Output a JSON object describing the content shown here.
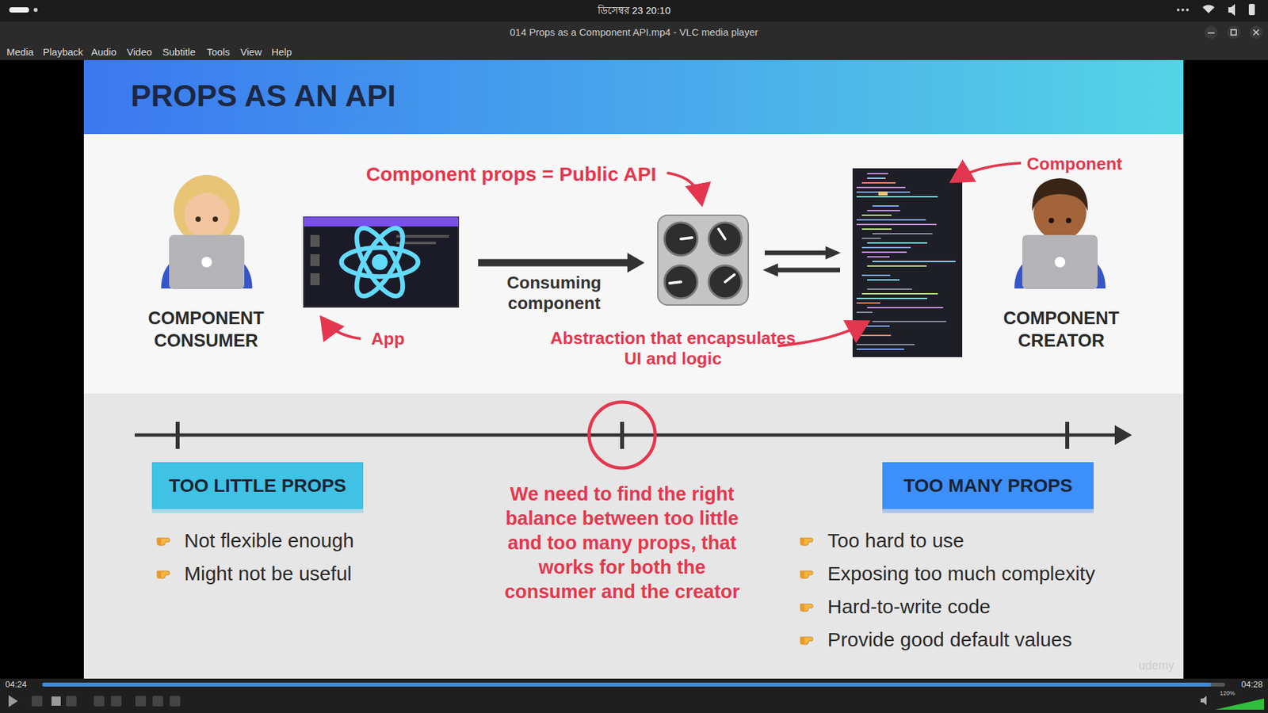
{
  "diagram": {
    "title": "PROPS AS AN API",
    "nodes": [
      {
        "text": [
          "TOO LITTLE PROPS"
        ]
      },
      {
        "text": [
          "TOO MANY PROPS"
        ]
      }
    ],
    "labels": [
      "ডিসেম্বর 23 20:10",
      "014 Props as a Component API.mp4 - VLC media player",
      "Media",
      "Playback",
      "Audio",
      "Video",
      "Subtitle",
      "Tools",
      "View",
      "Help",
      "Component props = Public API",
      "Component",
      "COMPONENT CONSUMER",
      "App",
      "Consuming component",
      "Abstraction that encapsulates UI and logic",
      "COMPONENT CREATOR",
      "We need to find the right balance between too little and too many props, that works for both the consumer and the creator",
      "Not flexible enough",
      "Might not be useful",
      "Too hard to use",
      "Exposing too much complexity",
      "Hard-to-write code",
      "Provide good default values",
      "udemy",
      "04:24",
      "04:28",
      "120%"
    ]
  }
}
